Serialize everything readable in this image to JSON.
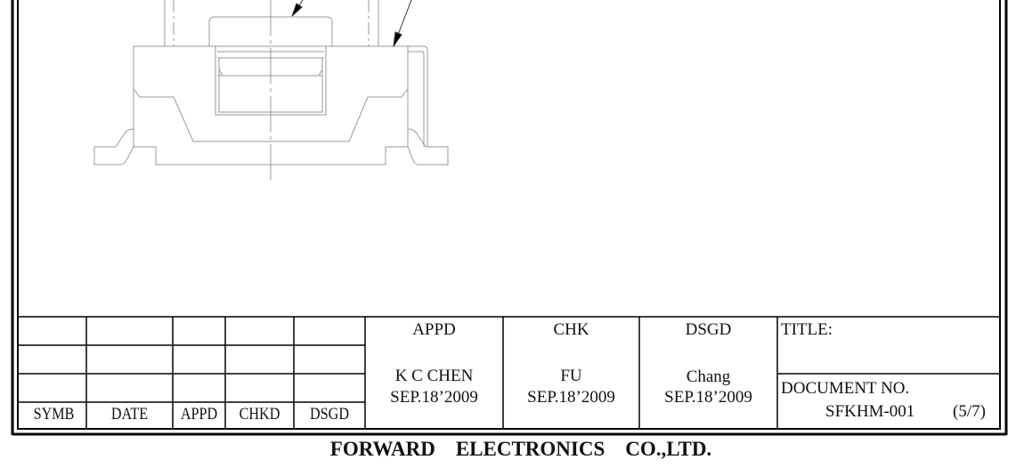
{
  "revision_table": {
    "headers": [
      "SYMB",
      "DATE",
      "APPD",
      "CHKD",
      "DSGD"
    ]
  },
  "approvals": [
    {
      "role": "APPD",
      "name": "K C CHEN",
      "date": "SEP.18’2009"
    },
    {
      "role": "CHK",
      "name": "FU",
      "date": "SEP.18’2009"
    },
    {
      "role": "DSGD",
      "name": "Chang",
      "date": "SEP.18’2009"
    }
  ],
  "title_block": {
    "title_label": "TITLE:",
    "document_no_label": "DOCUMENT NO.",
    "document_no": "SFKHM-001",
    "page": "(5/7)"
  },
  "company": "FORWARD    ELECTRONICS    CO.,LTD."
}
